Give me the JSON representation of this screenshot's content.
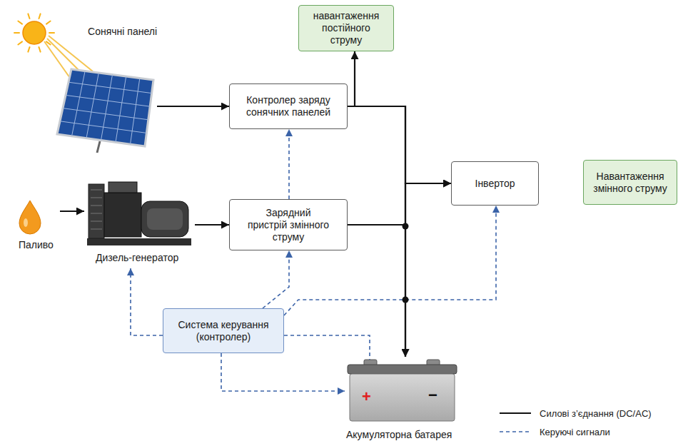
{
  "diagram": {
    "nodes": [
      {
        "text": [
          "Сонячні панелі"
        ]
      },
      {
        "text": [
          "Контролер заряду сонячних панелей"
        ]
      },
      {
        "text": [
          "навантаження постійного струму"
        ]
      },
      {
        "text": [
          "Паливо"
        ]
      },
      {
        "text": [
          "Дизель-генератор"
        ]
      },
      {
        "text": [
          "Зарядний пристрій змінного струму"
        ]
      },
      {
        "text": [
          "Інвертор"
        ]
      },
      {
        "text": [
          "Навантаження змінного струму"
        ]
      },
      {
        "text": [
          "Система керування (контролер)"
        ]
      },
      {
        "text": [
          "Акумуляторна батарея"
        ]
      }
    ],
    "edges": [
      {
        "from": 0,
        "to": 1,
        "arrow": "to"
      },
      {
        "from": 1,
        "to": 2,
        "arrow": "to"
      },
      {
        "from": 1,
        "to": 6,
        "arrow": "to"
      },
      {
        "from": 1,
        "to": 9,
        "arrow": "to"
      },
      {
        "from": 3,
        "to": 4,
        "arrow": "to"
      },
      {
        "from": 4,
        "to": 5,
        "arrow": "to"
      },
      {
        "from": 5,
        "to": 6,
        "arrow": "to"
      },
      {
        "from": 5,
        "to": 9,
        "arrow": "to"
      },
      {
        "from": 5,
        "to": 1,
        "arrow": "to"
      },
      {
        "from": 8,
        "to": 4,
        "arrow": "to"
      },
      {
        "from": 8,
        "to": 5,
        "arrow": "to"
      },
      {
        "from": 8,
        "to": 6,
        "arrow": "to"
      },
      {
        "from": 8,
        "to": 9,
        "arrow": "none"
      },
      {
        "from": 8,
        "to": 9,
        "arrow": "to"
      }
    ],
    "labels": [
      "+",
      "−"
    ],
    "legend": [
      {
        "text": "Силові з’єднання (DC/AC)"
      },
      {
        "text": "Керуючі сигнали"
      }
    ]
  }
}
